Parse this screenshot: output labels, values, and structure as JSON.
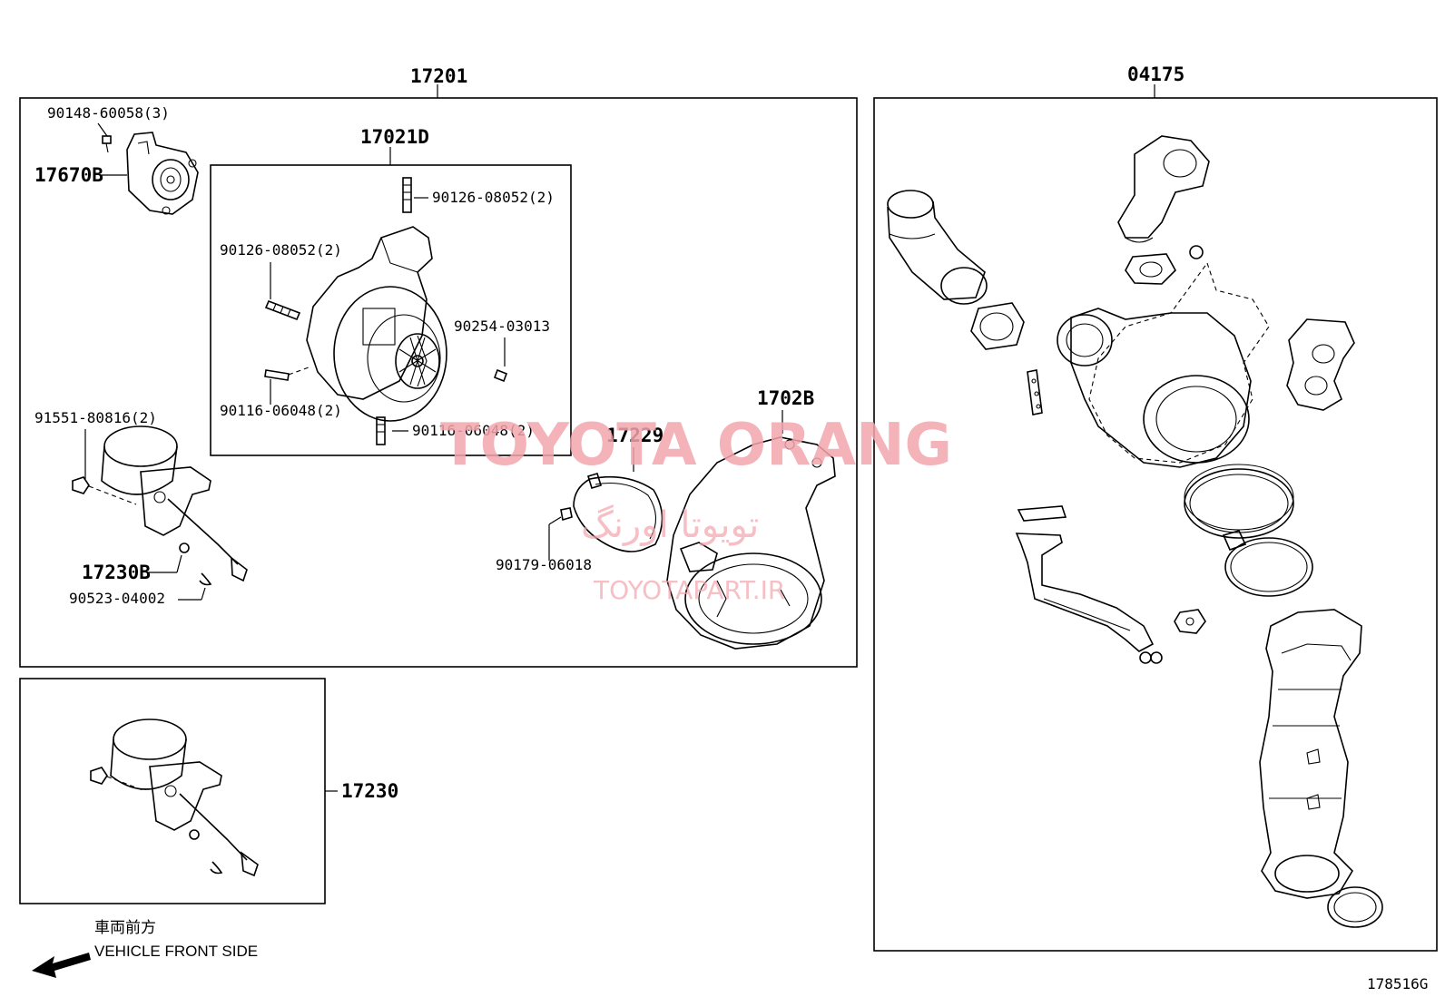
{
  "groups": {
    "turbo_assembly": "17201",
    "cartridge": "17021D",
    "exhaust_set": "04175",
    "actuator_kit": "17230"
  },
  "parts": {
    "bolt_60058": "90148-60058(3)",
    "sensor_17670b": "17670B",
    "stud_08052_right": "90126-08052(2)",
    "stud_08052_left": "90126-08052(2)",
    "pin_03013": "90254-03013",
    "stud_06048_left": "90116-06048(2)",
    "stud_06048_bottom": "90116-06048(2)",
    "bolt_80816": "91551-80816(2)",
    "actuator_17230b": "17230B",
    "clip_04002": "90523-04002",
    "clamp_17229": "17229",
    "nut_06018": "90179-06018",
    "elbow_1702b": "1702B"
  },
  "legend": {
    "japanese": "車両前方",
    "english": "VEHICLE FRONT SIDE"
  },
  "illustration_number": "178516G",
  "watermark": {
    "brand": "TOYOTA ORANG",
    "persian": "تویوتا اورنگ",
    "url": "TOYOTAPART.IR"
  },
  "colors": {
    "line": "#000000",
    "watermark": "#f3a5ad",
    "background": "#ffffff"
  }
}
